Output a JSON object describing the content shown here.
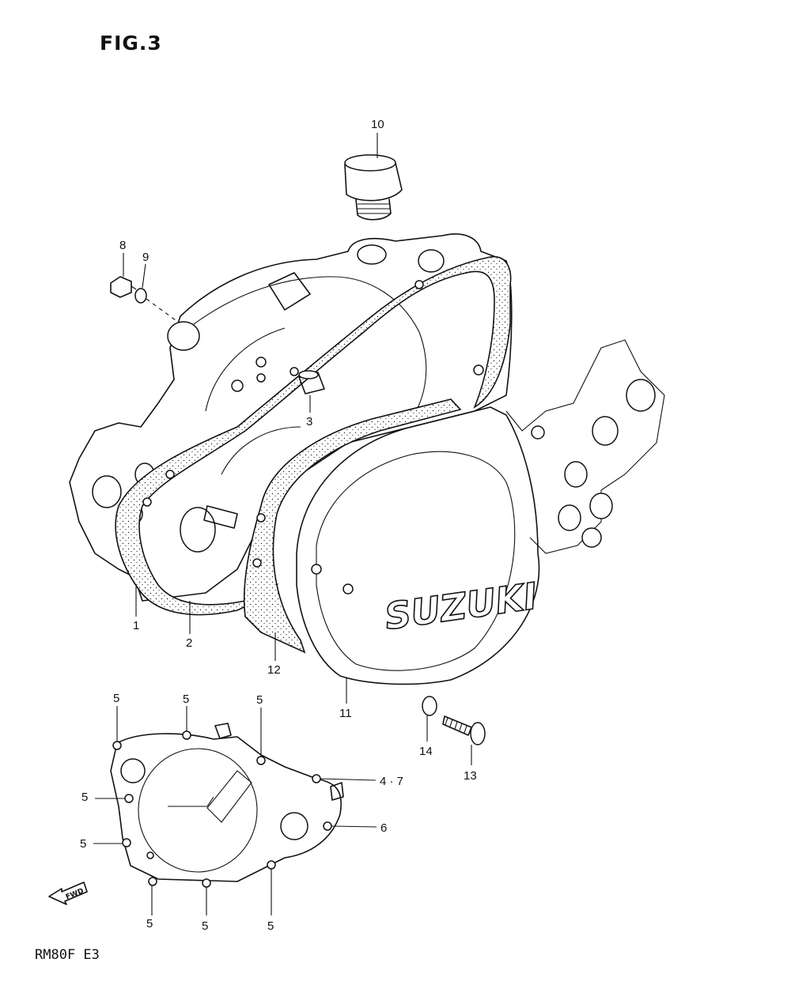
{
  "figure_title": "FIG.3",
  "model_code": "RM80F  E3",
  "brand_text": "SUZUKI",
  "fwd_text": "FWD",
  "callouts": {
    "c1": "1",
    "c2": "2",
    "c3": "3",
    "c4_7": "4 · 7",
    "c5": "5",
    "c6": "6",
    "c8": "8",
    "c9": "9",
    "c10": "10",
    "c11": "11",
    "c12": "12",
    "c13": "13",
    "c14": "14"
  }
}
